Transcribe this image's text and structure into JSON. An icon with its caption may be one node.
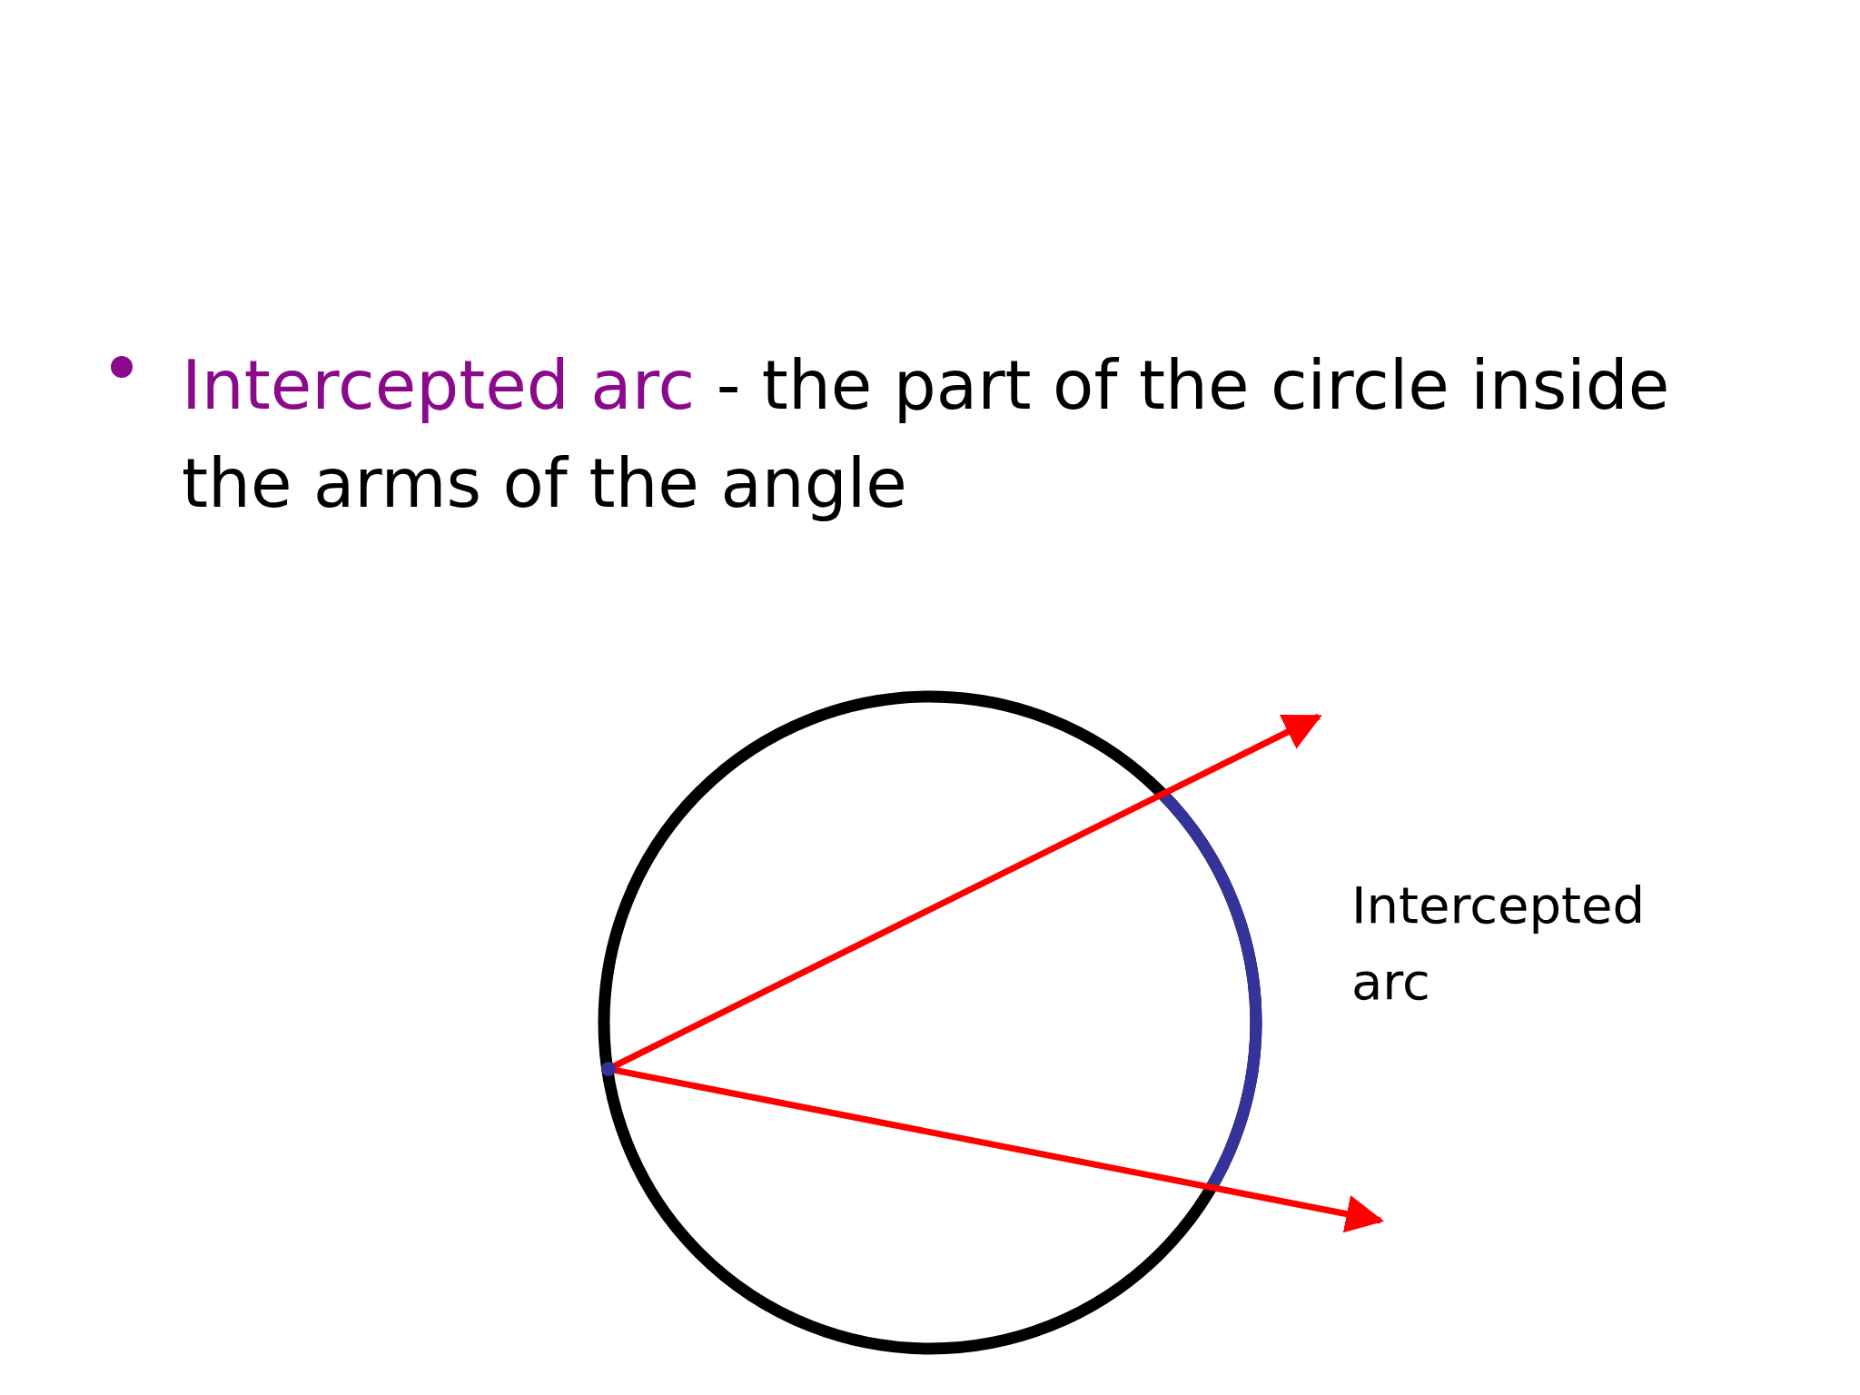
{
  "diagram": {
    "labels": [
      "Intercepted arc",
      "- the part of the circle inside the arms of the angle",
      "Intercepted arc"
    ]
  }
}
